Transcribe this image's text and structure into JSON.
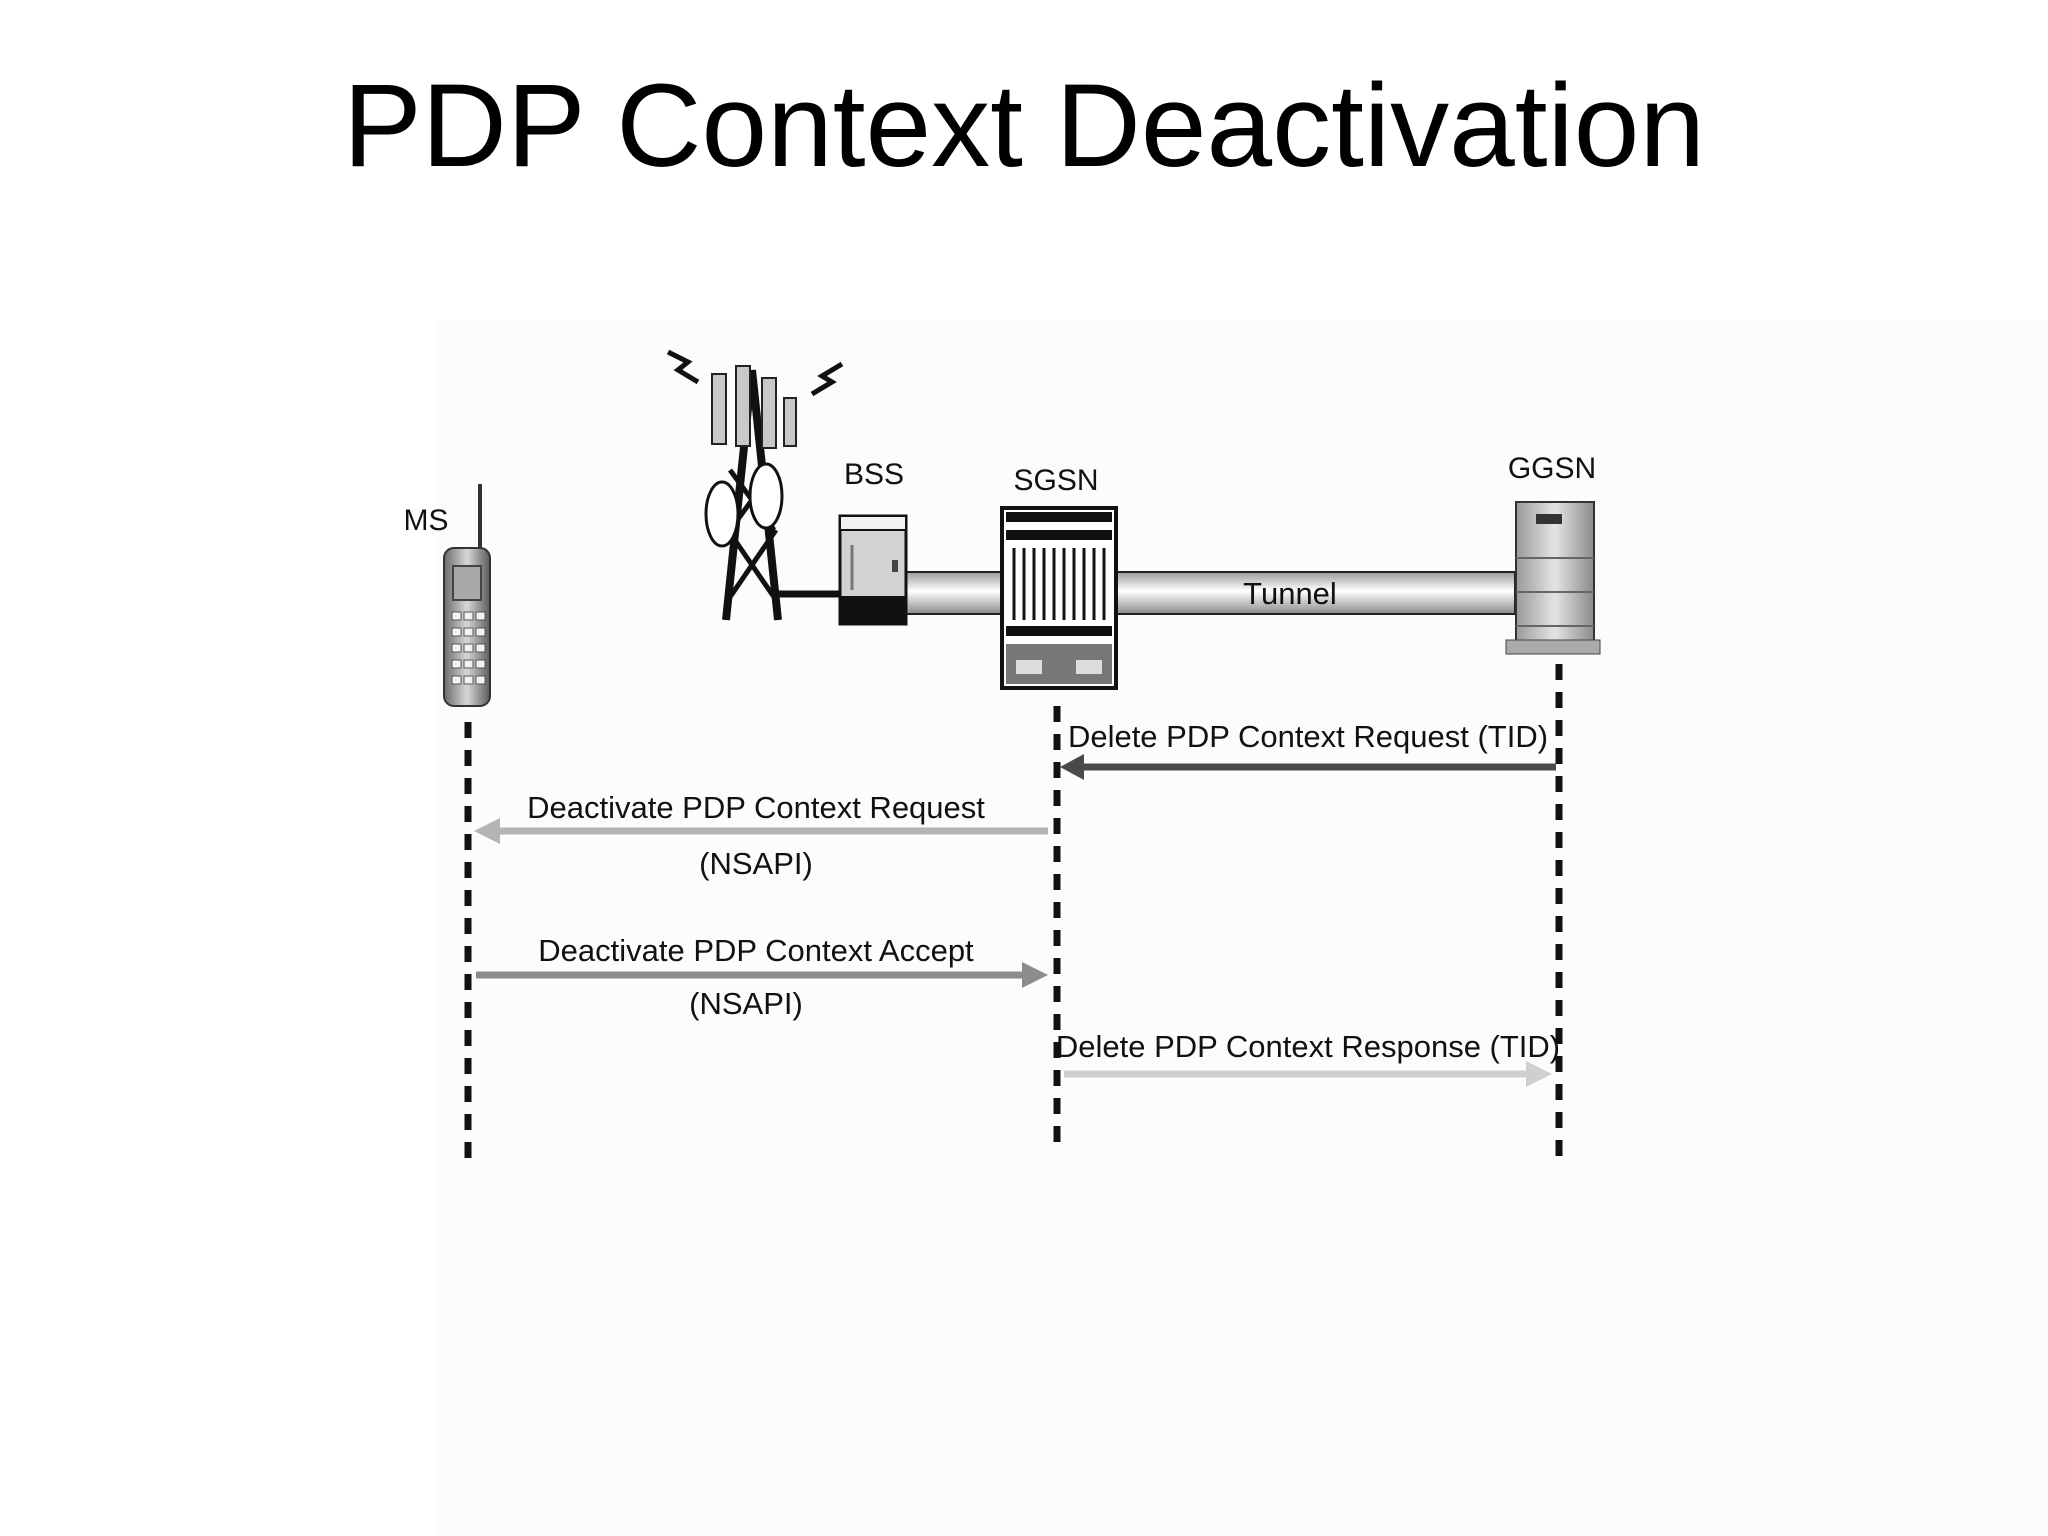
{
  "slide": {
    "title": "PDP Context Deactivation"
  },
  "nodes": {
    "ms": "MS",
    "bss": "BSS",
    "sgsn": "SGSN",
    "ggsn": "GGSN"
  },
  "tunnel_label": "Tunnel",
  "messages": [
    {
      "from": "GGSN",
      "to": "SGSN",
      "label": "Delete PDP Context Request (TID)",
      "sublabel": "",
      "color": "#4a4a4a"
    },
    {
      "from": "SGSN",
      "to": "MS",
      "label": "Deactivate PDP Context Request",
      "sublabel": "(NSAPI)",
      "color": "#b4b4b4"
    },
    {
      "from": "MS",
      "to": "SGSN",
      "label": "Deactivate PDP Context Accept",
      "sublabel": "(NSAPI)",
      "color": "#8c8c8c"
    },
    {
      "from": "SGSN",
      "to": "GGSN",
      "label": "Delete PDP Context Response (TID)",
      "sublabel": "",
      "color": "#cfcfcf"
    }
  ]
}
